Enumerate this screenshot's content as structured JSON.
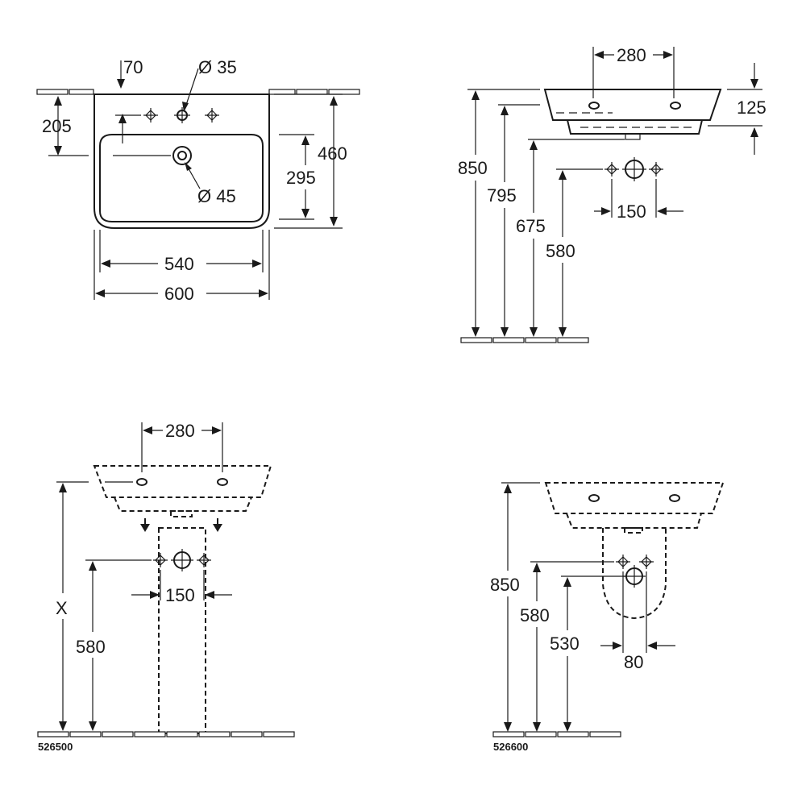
{
  "top_view": {
    "dim_70": "70",
    "dim_d35": "Ø 35",
    "dim_205": "205",
    "dim_460": "460",
    "dim_295": "295",
    "dim_d45": "Ø 45",
    "dim_540": "540",
    "dim_600": "600"
  },
  "side_view": {
    "dim_280": "280",
    "dim_125": "125",
    "dim_850": "850",
    "dim_795": "795",
    "dim_675": "675",
    "dim_580": "580",
    "dim_150": "150"
  },
  "pedestal_view": {
    "dim_280": "280",
    "dim_x": "X",
    "dim_150": "150",
    "dim_580": "580",
    "code": "526500"
  },
  "semipedestal_view": {
    "dim_850": "850",
    "dim_580": "580",
    "dim_530": "530",
    "dim_80": "80",
    "code": "526600"
  }
}
